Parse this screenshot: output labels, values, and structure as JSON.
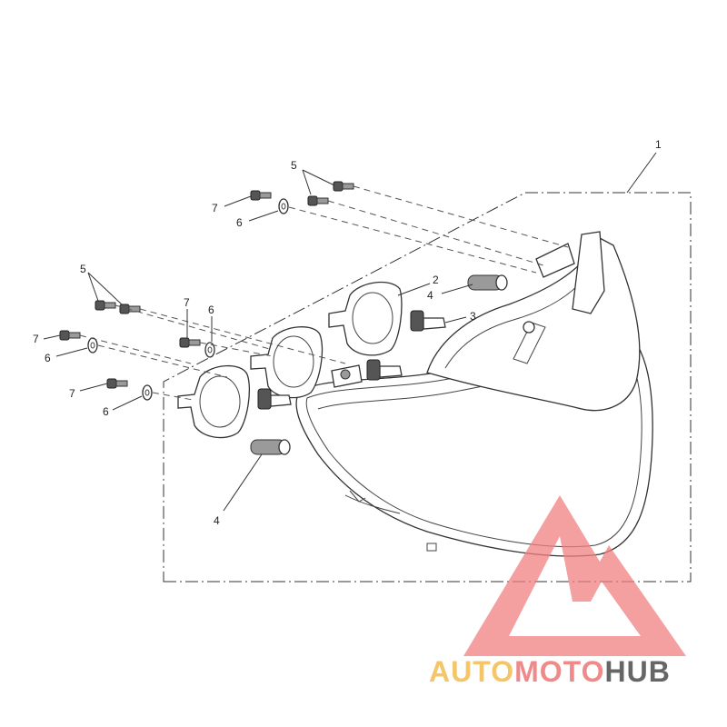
{
  "diagram": {
    "callouts": {
      "c1": "1",
      "c2": "2",
      "c3": "3",
      "c4a": "4",
      "c4b": "4",
      "c5a": "5",
      "c5b": "5",
      "c6a": "6",
      "c6b": "6",
      "c6c": "6",
      "c6d": "6",
      "c7a": "7",
      "c7b": "7",
      "c7c": "7",
      "c7d": "7"
    }
  },
  "watermark": {
    "part1": "AUTO",
    "part2": "MOTO",
    "part3": "HUB",
    "colors": {
      "auto": "#f5c56a",
      "moto": "#f08a8a",
      "hub": "#666666",
      "triangle": "#f08080"
    }
  }
}
